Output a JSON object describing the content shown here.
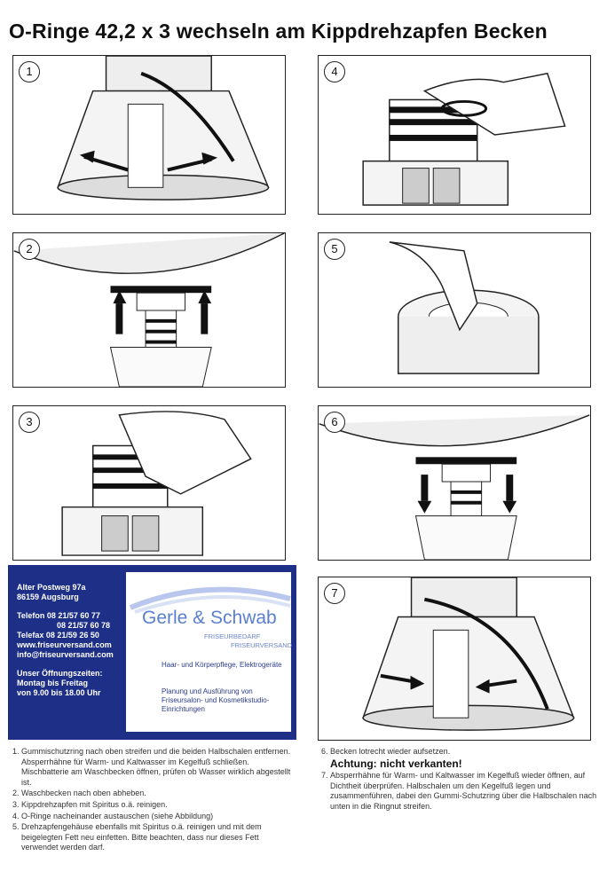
{
  "title": "O-Ringe 42,2 x 3 wechseln am Kippdrehzapfen Becken",
  "steps": [
    "1",
    "2",
    "3",
    "4",
    "5",
    "6",
    "7"
  ],
  "ad": {
    "address": [
      "Alter Postweg 97a",
      "86159 Augsburg"
    ],
    "phones": [
      "Telefon 08 21/57 60 77",
      "08 21/57 60 78",
      "Telefax 08 21/59 26 50"
    ],
    "web": [
      "www.friseurversand.com",
      "info@friseurversand.com"
    ],
    "hours": [
      "Unser Öffnungszeiten:",
      "Montag bis Freitag",
      "von 9.00 bis 18.00 Uhr"
    ],
    "logo": "Gerle & Schwab",
    "logo_sub1": "FRISEURBEDARF",
    "logo_sub2": "FRISEURVERSAND",
    "services": [
      "Haar- und Körperpflege, Elektrogeräte",
      "Planung und Ausführung von Friseursalon- und Kosmetikstudio-Einrichtungen"
    ]
  },
  "instructions_left": [
    "Gummischutzring nach oben streifen und die beiden Halbschalen entfernen. Absperrhähne für Warm- und Kaltwasser im Kegelfuß schließen. Mischbatterie am Waschbecken öffnen, prüfen ob Wasser wirklich abgestellt ist.",
    "Waschbecken nach oben abheben.",
    "Kippdrehzapfen mit Spiritus o.ä. reinigen.",
    "O-Ringe nacheinander austauschen (siehe Abbildung)",
    "Drehzapfengehäuse ebenfalls mit Spiritus o.ä. reinigen und mit dem beigelegten Fett neu einfetten. Bitte beachten, dass nur dieses Fett verwendet werden darf."
  ],
  "instructions_right": {
    "step6": "Becken lotrecht wieder aufsetzen.",
    "warning": "Achtung: nicht verkanten!",
    "step7": "Absperrhähne für Warm- und Kaltwasser im Kegelfuß wieder öffnen, auf Dichtheit überprüfen. Halbschalen um den Kegelfuß legen und zusammenführen, dabei den Gummi-Schutzring über die Halbschalen nach unten in die Ringnut streifen."
  }
}
